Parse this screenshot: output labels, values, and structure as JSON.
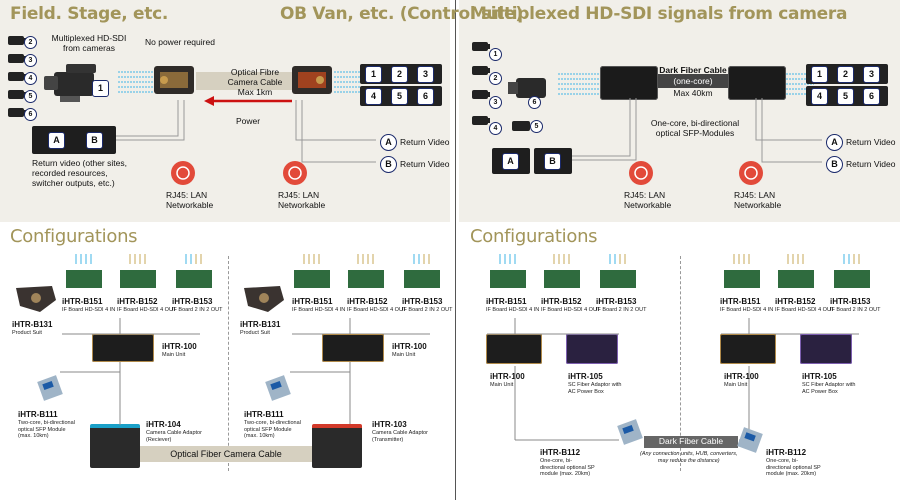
{
  "colors": {
    "title": "#a2955a",
    "panel": "#f1efe9",
    "navy": "#1b2a6b",
    "arrow_red": "#cc1111",
    "fiber_band": "#d6d0c0",
    "dark_band": "#444444"
  },
  "top_left": {
    "title_left": "Field. Stage, etc.",
    "title_right": "OB Van, etc. (Control site)",
    "cameras_label": "Multiplexed HD-SDI\nfrom cameras",
    "no_power": "No power required",
    "fibre_label": "Optical Fibre\nCamera Cable\nMax 1km",
    "power_label": "Power",
    "return_video_desc": "Return video (other sites,\nrecorded resources,\nswitcher outputs, etc.)",
    "return_video_a": "Return Video",
    "return_video_b": "Return Video",
    "lan_left": "RJ45: LAN\nNetworkable",
    "lan_right": "RJ45: LAN\nNetworkable",
    "camera_numbers": [
      "2",
      "3",
      "4",
      "5",
      "6"
    ],
    "main_camera_number": "1",
    "out_numbers": [
      "1",
      "2",
      "3",
      "4",
      "5",
      "6"
    ],
    "monitor_letters": [
      "A",
      "B"
    ],
    "ret_letters": [
      "A",
      "B"
    ]
  },
  "top_right": {
    "title": "Multiplexed HD-SDI signals from camera",
    "fiber_label": "Dark Fiber Cable",
    "fiber_core": "(one-core)",
    "fiber_max": "Max 40km",
    "sfp_label": "One-core, bi-directional\noptical SFP-Modules",
    "return_video_a": "Return Video",
    "return_video_b": "Return Video",
    "lan_left": "RJ45: LAN\nNetworkable",
    "lan_right": "RJ45: LAN\nNetworkable",
    "camera_numbers": [
      "1",
      "2",
      "3",
      "4",
      "5",
      "6"
    ],
    "out_numbers": [
      "1",
      "2",
      "3",
      "4",
      "5",
      "6"
    ],
    "monitor_letters": [
      "A",
      "B"
    ],
    "ret_letters": [
      "A",
      "B"
    ]
  },
  "cfg_left": {
    "title": "Configurations",
    "boards": [
      {
        "name": "iHTR-B151",
        "desc": "IF Board HD-SDI 4 IN"
      },
      {
        "name": "iHTR-B152",
        "desc": "IF Board HD-SDI 4 OUT"
      },
      {
        "name": "iHTR-B153",
        "desc": "IF Board 2 IN 2 OUT"
      }
    ],
    "boards2": [
      {
        "name": "iHTR-B151",
        "desc": "IF Board HD-SDI 4 IN"
      },
      {
        "name": "iHTR-B152",
        "desc": "IF Board HD-SDI 4 OUT"
      },
      {
        "name": "iHTR-B153",
        "desc": "IF Board 2 IN 2 OUT"
      }
    ],
    "suit": {
      "name": "iHTR-B131",
      "desc": "Product Suit"
    },
    "suit2": {
      "name": "iHTR-B131",
      "desc": "Product Suit"
    },
    "main": {
      "name": "iHTR-100",
      "desc": "Main Unit"
    },
    "main2": {
      "name": "iHTR-100",
      "desc": "Main Unit"
    },
    "sfp": {
      "name": "iHTR-B111",
      "desc": "Two-core, bi-directional\noptical SFP Module\n(max. 10km)"
    },
    "sfp2": {
      "name": "iHTR-B111",
      "desc": "Two-core, bi-directional\noptical SFP Module\n(max. 10km)"
    },
    "adaptor_rx": {
      "name": "iHTR-104",
      "desc": "Camera Cable Adaptor\n(Reciever)"
    },
    "adaptor_tx": {
      "name": "iHTR-103",
      "desc": "Camera Cable Adaptor\n(Transmitter)"
    },
    "cable_label": "Optical Fiber Camera Cable"
  },
  "cfg_right": {
    "title": "Configurations",
    "boards": [
      {
        "name": "iHTR-B151",
        "desc": "IF Board HD-SDI 4 IN"
      },
      {
        "name": "iHTR-B152",
        "desc": "IF Board HD-SDI 4 OUT"
      },
      {
        "name": "iHTR-B153",
        "desc": "IF Board 2 IN 2 OUT"
      }
    ],
    "boards2": [
      {
        "name": "iHTR-B151",
        "desc": "IF Board HD-SDI 4 IN"
      },
      {
        "name": "iHTR-B152",
        "desc": "IF Board HD-SDI 4 OUT"
      },
      {
        "name": "iHTR-B153",
        "desc": "IF Board 2 IN 2 OUT"
      }
    ],
    "main": {
      "name": "iHTR-100",
      "desc": "Main Unit"
    },
    "main2": {
      "name": "iHTR-100",
      "desc": "Main Unit"
    },
    "fiber_adaptor": {
      "name": "iHTR-105",
      "desc": "SC Fiber Adaptor with\nAC Power Box"
    },
    "fiber_adaptor2": {
      "name": "iHTR-105",
      "desc": "SC Fiber Adaptor with\nAC Power Box"
    },
    "sfp": {
      "name": "iHTR-B112",
      "desc": "One-core, bi-\ndirectional optional SP\nmodule (max. 20km)"
    },
    "sfp2": {
      "name": "iHTR-B112",
      "desc": "One-core, bi-\ndirectional optional SP\nmodule (max. 20km)"
    },
    "cable_label": "Dark Fiber Cable",
    "cable_note": "(Any connection units, HUB, converters,\nmay reduce the distance)"
  }
}
